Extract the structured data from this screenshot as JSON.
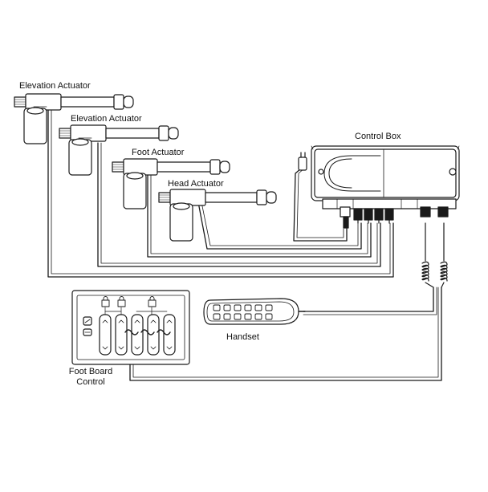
{
  "labels": {
    "elevation_actuator_1": "Elevation Actuator",
    "elevation_actuator_2": "Elevation Actuator",
    "foot_actuator": "Foot Actuator",
    "head_actuator": "Head Actuator",
    "control_box": "Control Box",
    "handset": "Handset",
    "foot_board_control_line1": "Foot Board",
    "foot_board_control_line2": "Control"
  },
  "colors": {
    "line": "#1a1a1a",
    "fill": "#ffffff",
    "light_fill": "#f2f2f2"
  },
  "icons": {
    "handset_keys": "button-grid-icon",
    "foot_board_locks": "lock-icon"
  }
}
